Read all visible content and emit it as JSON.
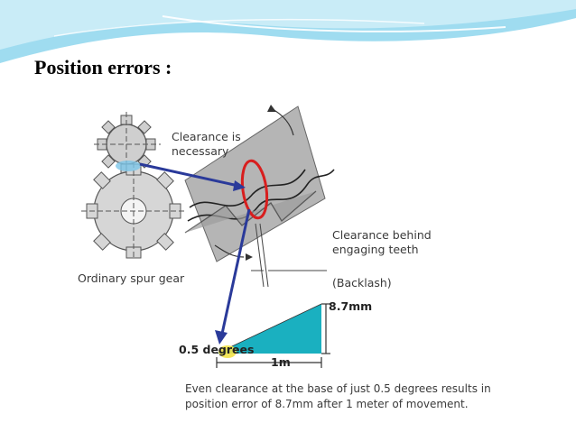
{
  "slide": {
    "title": "Position errors :"
  },
  "diagram": {
    "clearance_label": "Clearance is necessary",
    "clearance_behind_label": "Clearance behind engaging teeth",
    "backlash_label": "(Backlash)",
    "spur_gear_label": "Ordinary spur gear",
    "error_label": "8.7mm",
    "angle_label": "0.5 degrees",
    "distance_label": "1m",
    "caption": "Even clearance at the base of just 0.5 degrees results in position error of 8.7mm after 1 meter of movement."
  },
  "colors": {
    "header_band": "#7fd0e8",
    "arrow": "#2a3a9a",
    "highlight_circle": "#d81e1e",
    "wedge": "#1ab0c0",
    "angle_highlight": "#f2e24a",
    "gear_gray": "#bdbdbd",
    "rack_gray": "#b0b0b0"
  }
}
